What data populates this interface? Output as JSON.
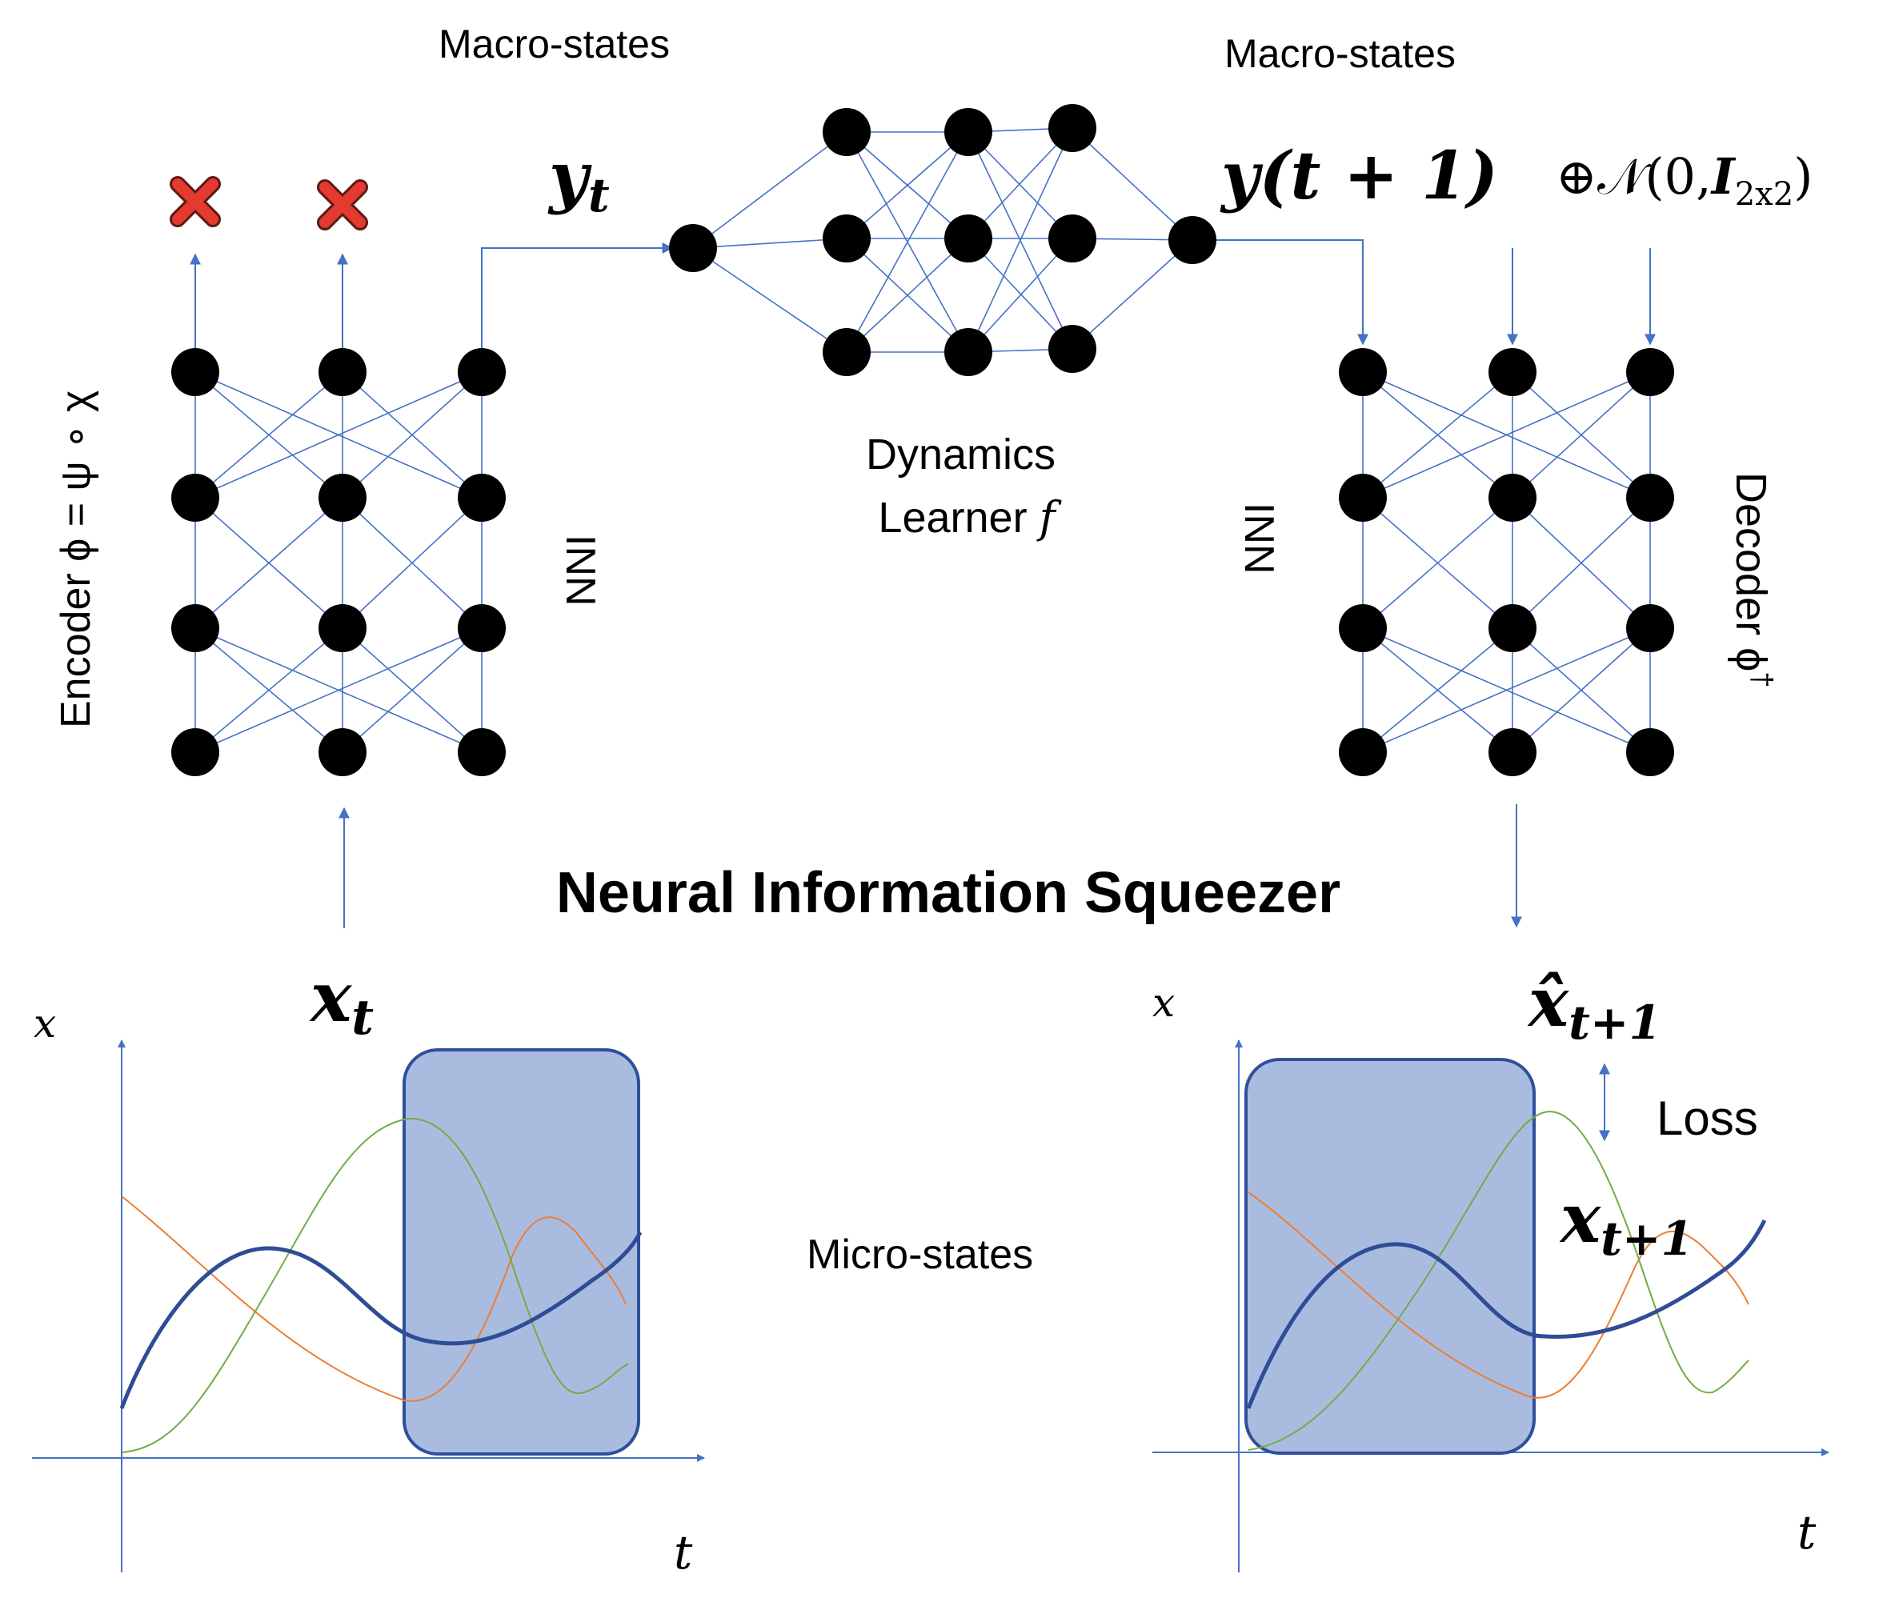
{
  "labels": {
    "macro_states_left": "Macro-states",
    "macro_states_right": "Macro-states",
    "y_t": "y",
    "y_t_sub": "t",
    "y_t1": "y(t + 1)",
    "noise": "⊕𝒩(0,",
    "noise_I": "I",
    "noise_sub": "2x2",
    "noise_close": ")",
    "encoder": "Encoder ϕ = ψ ∘ χ",
    "inn_left": "INN",
    "inn_right": "INN",
    "dynamics_line1": "Dynamics",
    "dynamics_line2": "Learner ",
    "dynamics_f": "f",
    "decoder": "Decoder ϕ",
    "decoder_sup": "†",
    "title": "Neural Information Squeezer",
    "x_t": "x",
    "x_t_sub": "t",
    "xhat": "x̂",
    "xhat_sub": "t+1",
    "x_t1": "x",
    "x_t1_sub": "t+1",
    "loss": "Loss",
    "micro_states": "Micro-states",
    "axis_x_left": "x",
    "axis_t_left": "t",
    "axis_x_right": "x",
    "axis_t_right": "t"
  },
  "colors": {
    "line": "#4472c4",
    "node": "#000000",
    "window_fill": "#a9bce0",
    "window_stroke": "#2f4f9c",
    "curve_main": "#2f4c96",
    "curve_orange": "#ed7d31",
    "curve_green": "#70ad47",
    "cross": "#e53a2f"
  }
}
